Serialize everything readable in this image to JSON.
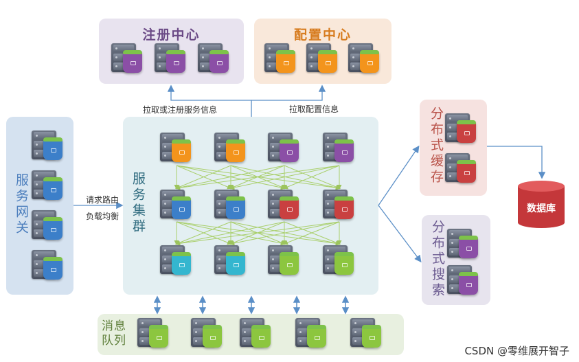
{
  "registry": {
    "title": "注册中心"
  },
  "config": {
    "title": "配置中心"
  },
  "gateway": {
    "title": "服务网关"
  },
  "cluster": {
    "title": "服务集群"
  },
  "cache": {
    "title": "分布式缓存"
  },
  "search": {
    "title": "分布式搜索"
  },
  "mq": {
    "title": "消息队列"
  },
  "database": {
    "label": "数据库"
  },
  "edge_labels": {
    "register": "拉取或注册服务信息",
    "pull_config": "拉取配置信息",
    "routing": "请求路由",
    "load_balance": "负载均衡"
  },
  "watermark": "CSDN @零维展开智子",
  "colors": {
    "registry_bg": "#e8e3ef",
    "config_bg": "#f9e8da",
    "gateway_bg": "#d5e2f0",
    "cluster_bg": "#e3eff2",
    "cache_bg": "#f6e2e0",
    "search_bg": "#e7e4ee",
    "mq_bg": "#e8f0e0",
    "purple": "#8b4fa6",
    "orange": "#f3941c",
    "blue": "#3c7fc9",
    "red": "#c94040",
    "teal": "#34b6cf",
    "green": "#8cc63f",
    "arrow": "#5b8fc7",
    "mesh": "#a9cf6b"
  }
}
